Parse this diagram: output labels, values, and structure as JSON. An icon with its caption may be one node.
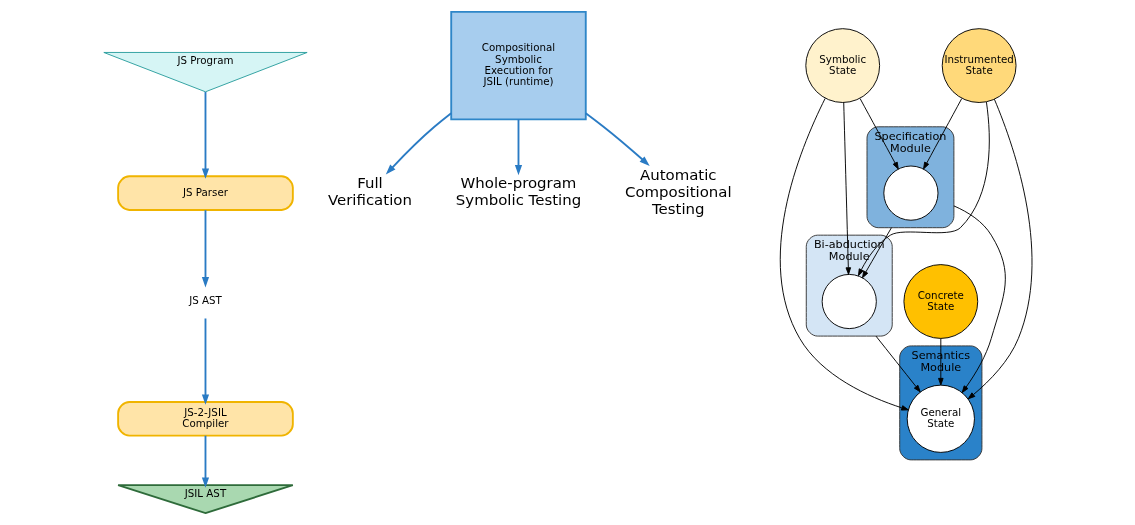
{
  "diagram": {
    "nodes": [
      {
        "text": [
          "JS Program"
        ]
      },
      {
        "text": [
          "JS Parser"
        ]
      },
      {
        "text": [
          "JS AST"
        ]
      },
      {
        "text": [
          "JS-2-JSIL Compiler"
        ]
      },
      {
        "text": [
          "JSIL AST"
        ]
      },
      {
        "text": [
          "Compositional Symbolic Execution for JSIL (runtime)"
        ]
      },
      {
        "text": [
          "Full Verification"
        ]
      },
      {
        "text": [
          "Whole-program Symbolic Testing"
        ]
      },
      {
        "text": [
          "Automatic Compositional Testing"
        ]
      },
      {
        "text": [
          "Semantics Module"
        ]
      },
      {
        "text": [
          "General State"
        ],
        "in": 9
      },
      {
        "text": [
          "Specification Module"
        ]
      },
      {
        "text": [],
        "shape": "circle",
        "in": 11
      },
      {
        "text": [
          "Bi-abduction Module"
        ]
      },
      {
        "text": [],
        "shape": "circle",
        "in": 13
      },
      {
        "text": [
          "Concrete State"
        ]
      },
      {
        "text": [
          "Symbolic State"
        ]
      },
      {
        "text": [
          "Instrumented State"
        ]
      }
    ],
    "edges": [
      {
        "from": 0,
        "to": 1,
        "arrow": "to",
        "color": "#2a7bc4"
      },
      {
        "from": 1,
        "to": 2,
        "arrow": "to",
        "color": "#2a7bc4"
      },
      {
        "from": 2,
        "to": 3,
        "arrow": "to",
        "color": "#2a7bc4"
      },
      {
        "from": 3,
        "to": 4,
        "arrow": "to",
        "color": "#2a7bc4"
      },
      {
        "from": 5,
        "to": 6,
        "arrow": "to",
        "color": "#2a7bc4"
      },
      {
        "from": 5,
        "to": 7,
        "arrow": "to",
        "color": "#2a7bc4"
      },
      {
        "from": 5,
        "to": 8,
        "arrow": "to",
        "color": "#2a7bc4"
      },
      {
        "from": 11,
        "to": 10,
        "arrow": "to"
      },
      {
        "from": 13,
        "to": 10,
        "arrow": "to"
      },
      {
        "from": 11,
        "to": 14,
        "arrow": "to"
      },
      {
        "from": 15,
        "to": 10,
        "arrow": "to"
      },
      {
        "from": 17,
        "to": 10,
        "arrow": "to"
      },
      {
        "from": 16,
        "to": 10,
        "arrow": "to"
      },
      {
        "from": 16,
        "to": 12,
        "arrow": "to"
      },
      {
        "from": 16,
        "to": 14,
        "arrow": "to"
      },
      {
        "from": 17,
        "to": 12,
        "arrow": "to"
      },
      {
        "from": 17,
        "to": 14,
        "arrow": "to"
      }
    ]
  }
}
